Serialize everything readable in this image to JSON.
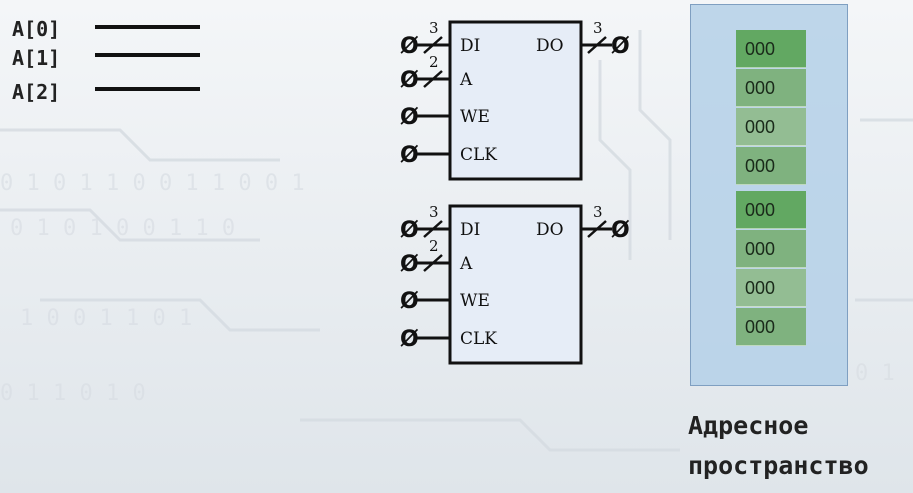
{
  "address_lines": [
    "A[0]",
    "A[1]",
    "A[2]"
  ],
  "blocks": [
    {
      "inputs": [
        {
          "label": "DI",
          "bus": "3"
        },
        {
          "label": "A",
          "bus": "2"
        },
        {
          "label": "WE"
        },
        {
          "label": "CLK"
        }
      ],
      "output": {
        "label": "DO",
        "bus": "3"
      }
    },
    {
      "inputs": [
        {
          "label": "DI",
          "bus": "3"
        },
        {
          "label": "A",
          "bus": "2"
        },
        {
          "label": "WE"
        },
        {
          "label": "CLK"
        }
      ],
      "output": {
        "label": "DO",
        "bus": "3"
      }
    }
  ],
  "not_connected_symbol": "Ø",
  "memory": {
    "cells": [
      "000",
      "000",
      "000",
      "000",
      "000",
      "000",
      "000",
      "000"
    ],
    "cell_colors": [
      "#62a862",
      "#7fb27f",
      "#93bd93",
      "#7fb27f",
      "#62a862",
      "#7fb27f",
      "#93bd93",
      "#7fb27f"
    ],
    "title_line1": "Адресное",
    "title_line2": "пространство"
  },
  "colors": {
    "wire": "#111111",
    "block_fill": "#e6edf7",
    "panel": "#b4d0e8"
  }
}
